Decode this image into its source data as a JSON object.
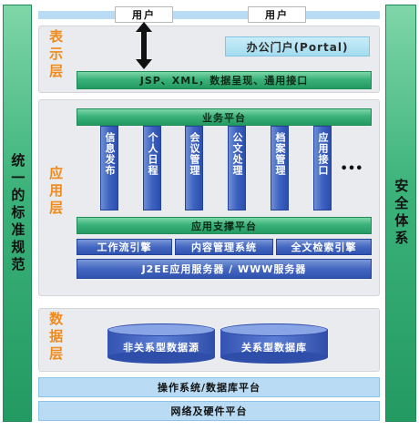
{
  "left_column": {
    "label": "统一的标准规范"
  },
  "right_column": {
    "label": "安全体系"
  },
  "top": {
    "user_1": "用户",
    "user_2": "用户"
  },
  "presentation": {
    "label": "表示层",
    "portal": "办公门户(Portal)",
    "interface_bar": "JSP、XML，数据呈现、通用接口"
  },
  "application": {
    "label": "应用层",
    "business_platform": "业务平台",
    "modules": [
      "信息发布",
      "个人日程",
      "会议管理",
      "公文处理",
      "档案管理",
      "应用接口"
    ],
    "more": "•••",
    "support_platform": "应用支撑平台",
    "engines": [
      "工作流引擎",
      "内容管理系统",
      "全文检索引擎"
    ],
    "server": "J2EE应用服务器 / WWW服务器"
  },
  "data": {
    "label": "数据层",
    "sources": [
      "非关系型数据源",
      "关系型数据库"
    ]
  },
  "bottom": {
    "os_db": "操作系统/数据库平台",
    "network": "网络及硬件平台"
  },
  "colors": {
    "green": "#3bb27a",
    "blue": "#4467c1",
    "orange": "#f08a1a",
    "light_blue": "#b9dcf4"
  }
}
